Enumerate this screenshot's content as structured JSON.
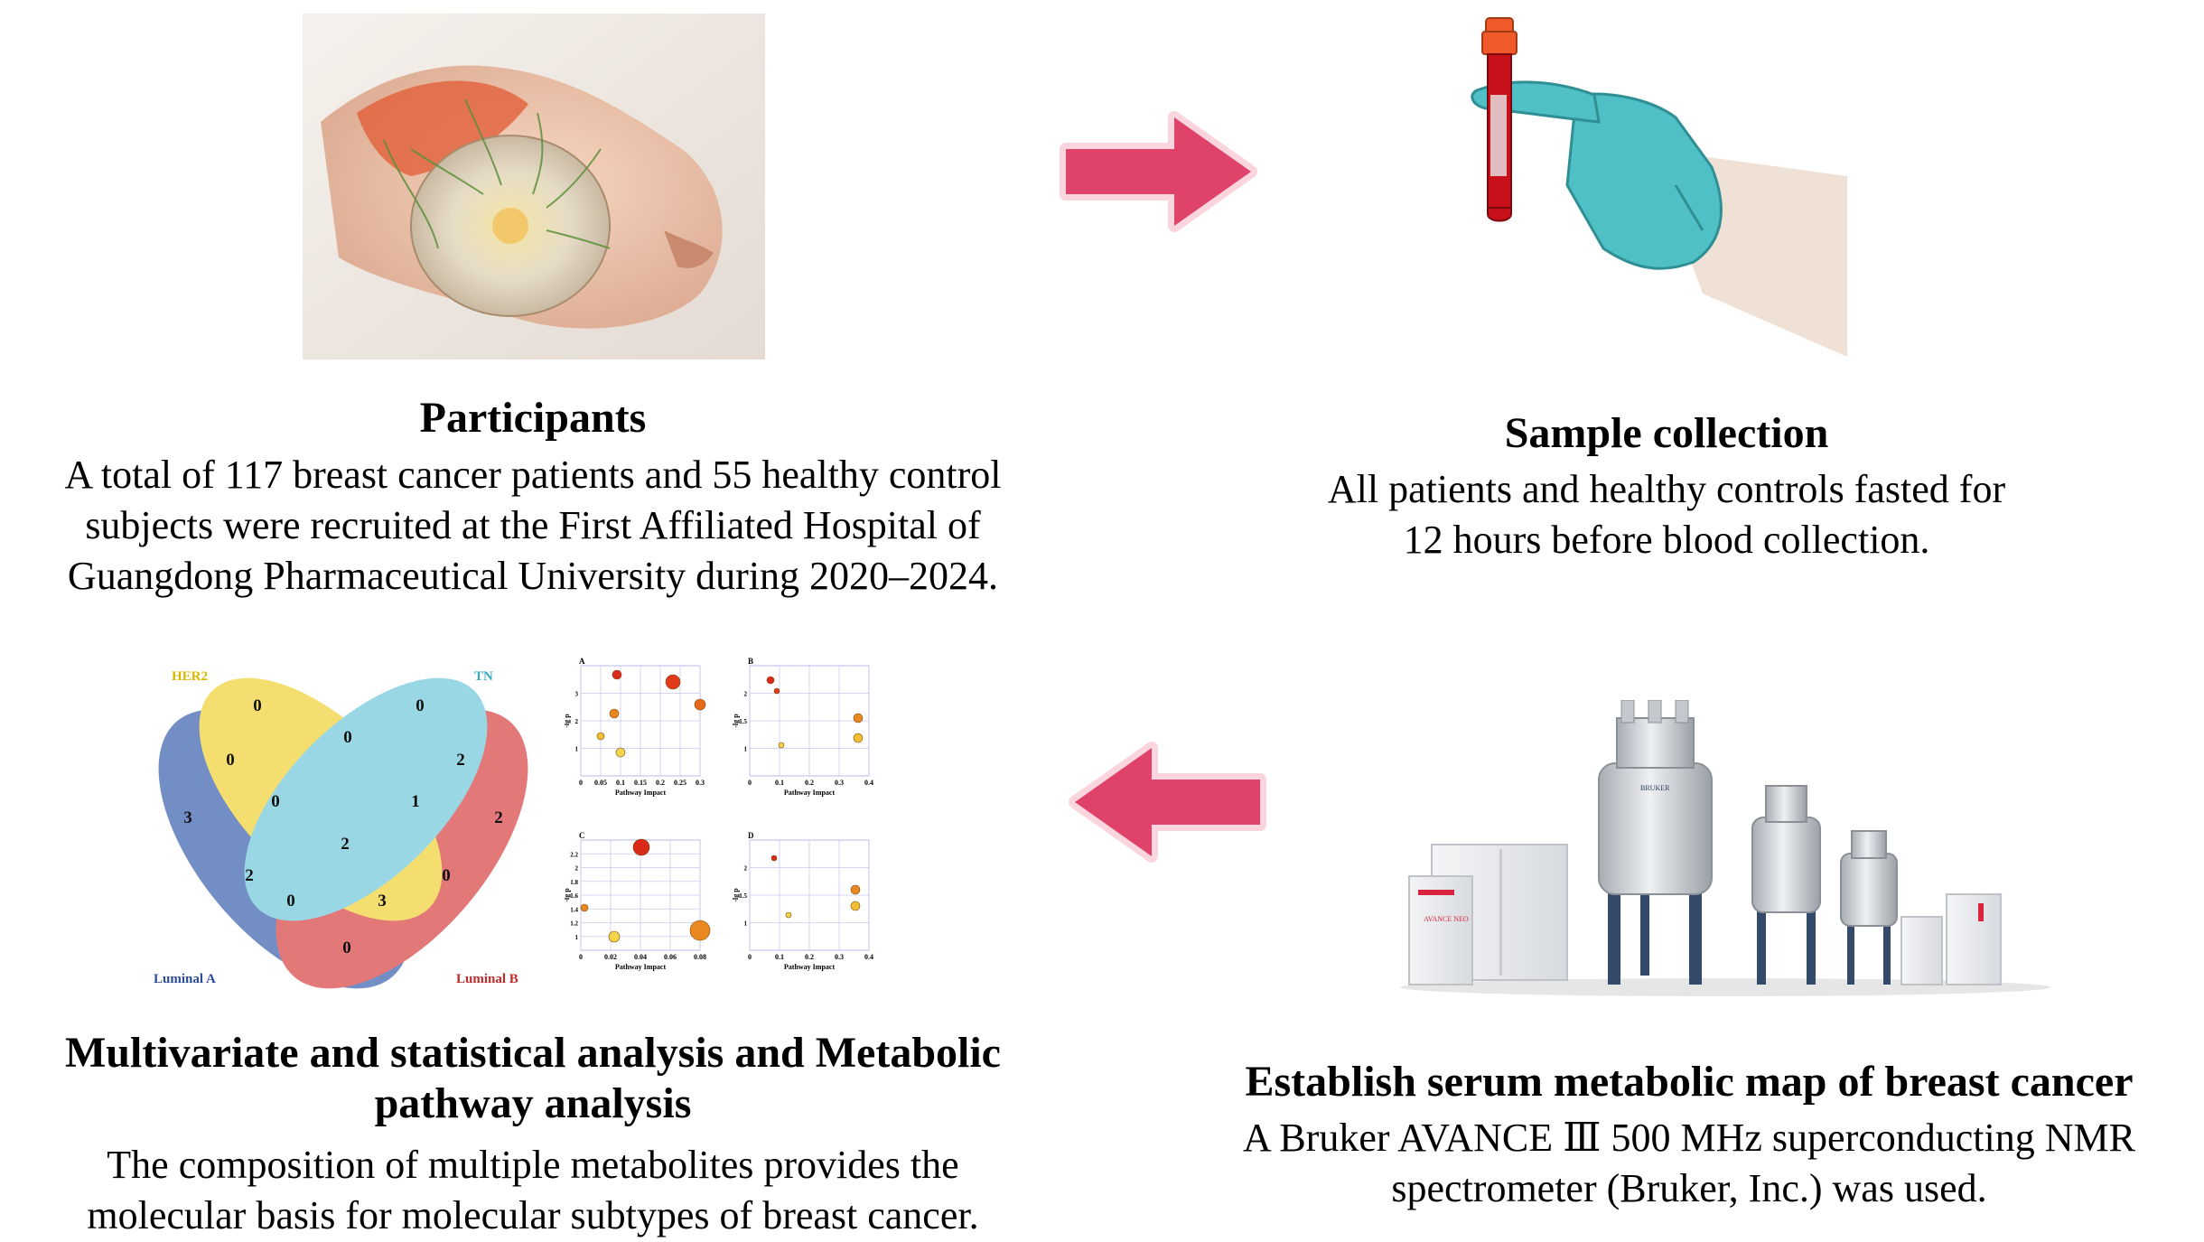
{
  "steps": {
    "participants": {
      "title": "Participants",
      "lines": [
        "A total of 117 breast cancer patients and 55 healthy control",
        "subjects were recruited at the First Affiliated Hospital of",
        "Guangdong Pharmaceutical University during 2020–2024."
      ]
    },
    "sample": {
      "title": "Sample collection",
      "lines": [
        "All patients and healthy controls fasted for",
        "12 hours before blood collection."
      ]
    },
    "nmr": {
      "title": "Establish serum metabolic map of breast cancer",
      "lines": [
        "A Bruker AVANCE Ⅲ 500 MHz superconducting NMR",
        "spectrometer (Bruker, Inc.) was used."
      ]
    },
    "analysis": {
      "title_lines": [
        "Multivariate and statistical analysis and Metabolic",
        "pathway analysis"
      ],
      "lines": [
        "The composition of multiple metabolites provides the",
        "molecular basis for molecular subtypes of breast cancer."
      ]
    }
  },
  "venn": {
    "labels": {
      "her2": "HER2",
      "tn": "TN",
      "luminal_a": "Luminal A",
      "luminal_b": "Luminal B"
    },
    "colors": {
      "her2": "#f2d23a",
      "tn": "#74c8dc",
      "luminal_a": "#3e63b0",
      "luminal_b": "#d94545"
    },
    "counts": [
      "0",
      "0",
      "0",
      "0",
      "2",
      "3",
      "0",
      "1",
      "2",
      "2",
      "2",
      "0",
      "3",
      "0",
      "0"
    ]
  },
  "pathway_panels": {
    "panel_labels": [
      "A",
      "B",
      "C",
      "D"
    ],
    "xlabel": "Pathway Impact",
    "ylabel": "-lg p",
    "ticks": {
      "A": {
        "x": [
          "0",
          "0.05",
          "0.1",
          "0.15",
          "0.2",
          "0.25",
          "0.3"
        ],
        "y": [
          "1",
          "2",
          "3"
        ]
      },
      "B": {
        "x": [
          "0",
          "0.1",
          "0.2",
          "0.3",
          "0.4"
        ],
        "y": [
          "1",
          "1.5",
          "2"
        ]
      },
      "C": {
        "x": [
          "0",
          "0.02",
          "0.04",
          "0.06",
          "0.08"
        ],
        "y": [
          "1",
          "1.2",
          "1.4",
          "1.6",
          "1.8",
          "2",
          "2.2"
        ]
      },
      "D": {
        "x": [
          "0",
          "0.1",
          "0.2",
          "0.3",
          "0.4"
        ],
        "y": [
          "1",
          "1.5",
          "2"
        ]
      }
    }
  },
  "nmr_brand": {
    "cabinet_label": "AVANCE NEO",
    "magnet_label": "BRUKER"
  },
  "colors": {
    "arrow": "#e0436a",
    "arrow_glow": "#f6b3c4",
    "glove": "#4fc0c6",
    "blood": "#c8101a",
    "cap": "#f05a2a"
  }
}
